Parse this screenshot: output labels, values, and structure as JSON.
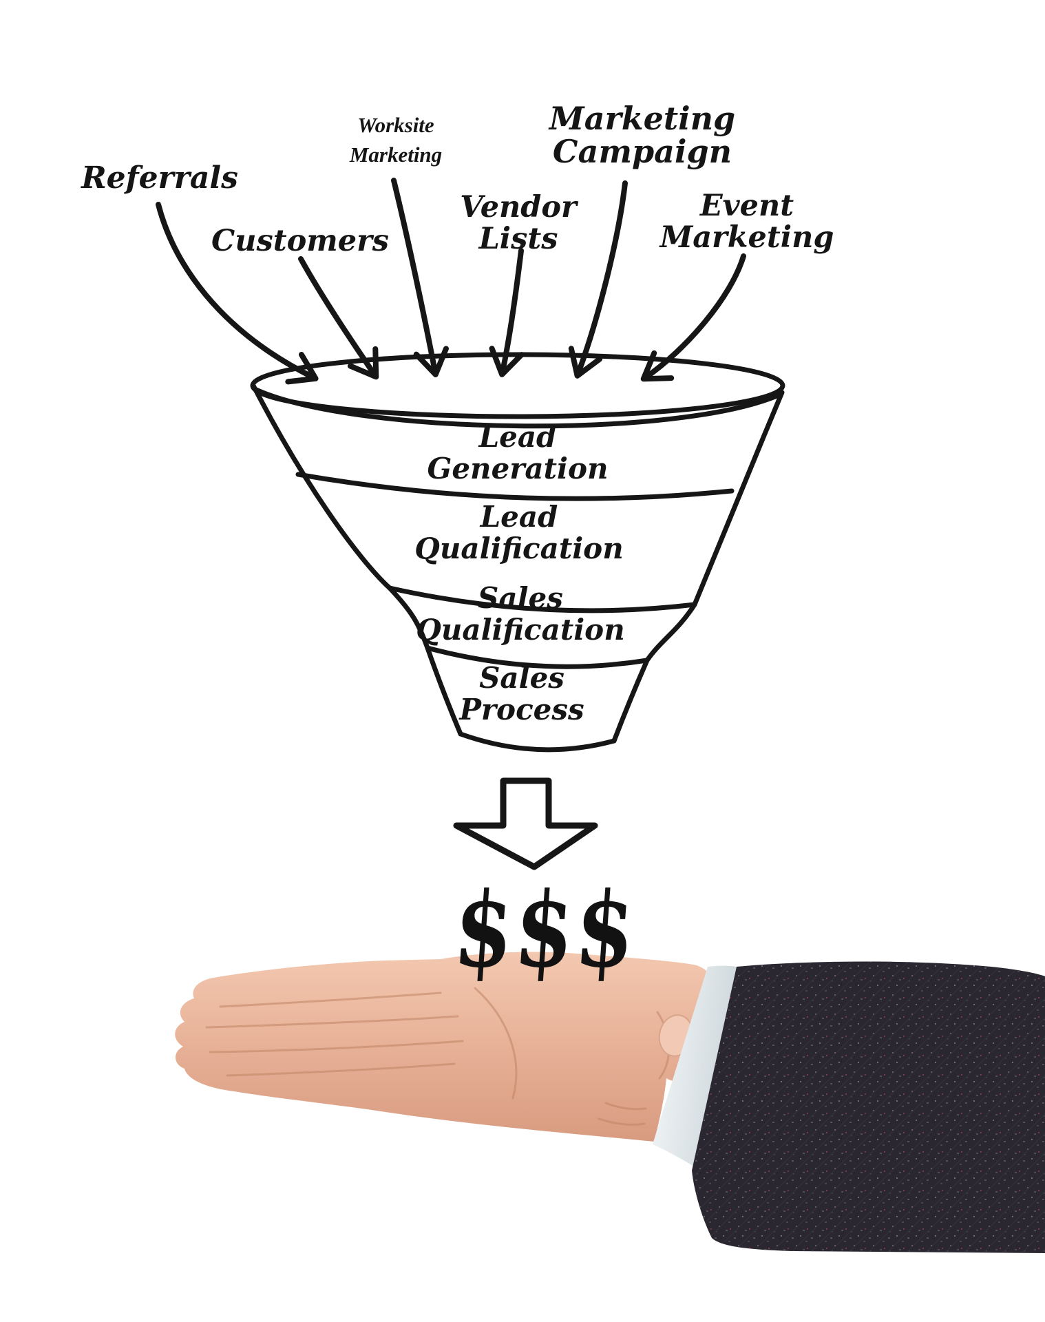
{
  "diagram": {
    "type": "sales-funnel",
    "ink_color": "#161616",
    "background": "#ffffff",
    "sources": {
      "referrals": "Referrals",
      "customers": "Customers",
      "worksite_marketing": "Worksite\nMarketing",
      "vendor_lists": "Vendor\nLists",
      "marketing_campaign": "Marketing\nCampaign",
      "event_marketing": "Event\nMarketing"
    },
    "funnel_stages": [
      "Lead\nGeneration",
      "Lead\nQualification",
      "Sales\nQualification",
      "Sales\nProcess"
    ],
    "output_money": "$$$",
    "photo_colors": {
      "skin": "#e7b197",
      "skin_shadow": "#c98f77",
      "suit": "#2b2731",
      "cuff": "#edf2f4",
      "nail": "#f2c9b4"
    }
  }
}
